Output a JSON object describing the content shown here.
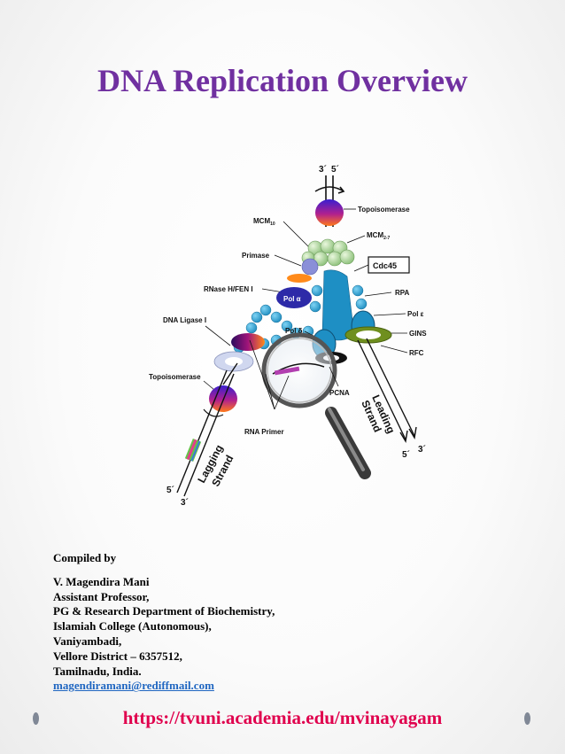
{
  "slide": {
    "title": "DNA Replication Overview",
    "url": "https://tvuni.academia.edu/mvinayagam"
  },
  "figure": {
    "labels": {
      "top_3": "3´",
      "top_5": "5´",
      "topoisomerase_top": "Topoisomerase",
      "mcm10": "MCM",
      "mcm10_sub": "10",
      "mcm27": "MCM",
      "mcm27_sub": "2-7",
      "primase": "Primase",
      "cdc45": "Cdc45",
      "rnase": "RNase H/FEN I",
      "pol_alpha": "Pol α",
      "rpa": "RPA",
      "pol_epsilon": "Pol ε",
      "dna_ligase": "DNA Ligase I",
      "pol_delta": "Pol δ",
      "gins": "GINS",
      "rfc": "RFC",
      "topoisomerase_bottom": "Topoisomerase",
      "pcna": "PCNA",
      "leading": "Leading",
      "strand_leading": "Strand",
      "rna_primer": "RNA Primer",
      "bottom_5_right": "5´",
      "bottom_3_right": "3´",
      "lagging": "Lagging",
      "strand_lagging": "Strand",
      "bottom_5_left": "5´",
      "bottom_3_left": "3´"
    }
  },
  "credits": {
    "heading": "Compiled by",
    "lines": [
      "V. Magendira Mani",
      "Assistant Professor,",
      "PG & Research Department of Biochemistry,",
      "Islamiah College (Autonomous),",
      "Vaniyambadi,",
      "Vellore District – 6357512,",
      "Tamilnadu, India."
    ],
    "email": "magendiramani@rediffmail.com"
  }
}
